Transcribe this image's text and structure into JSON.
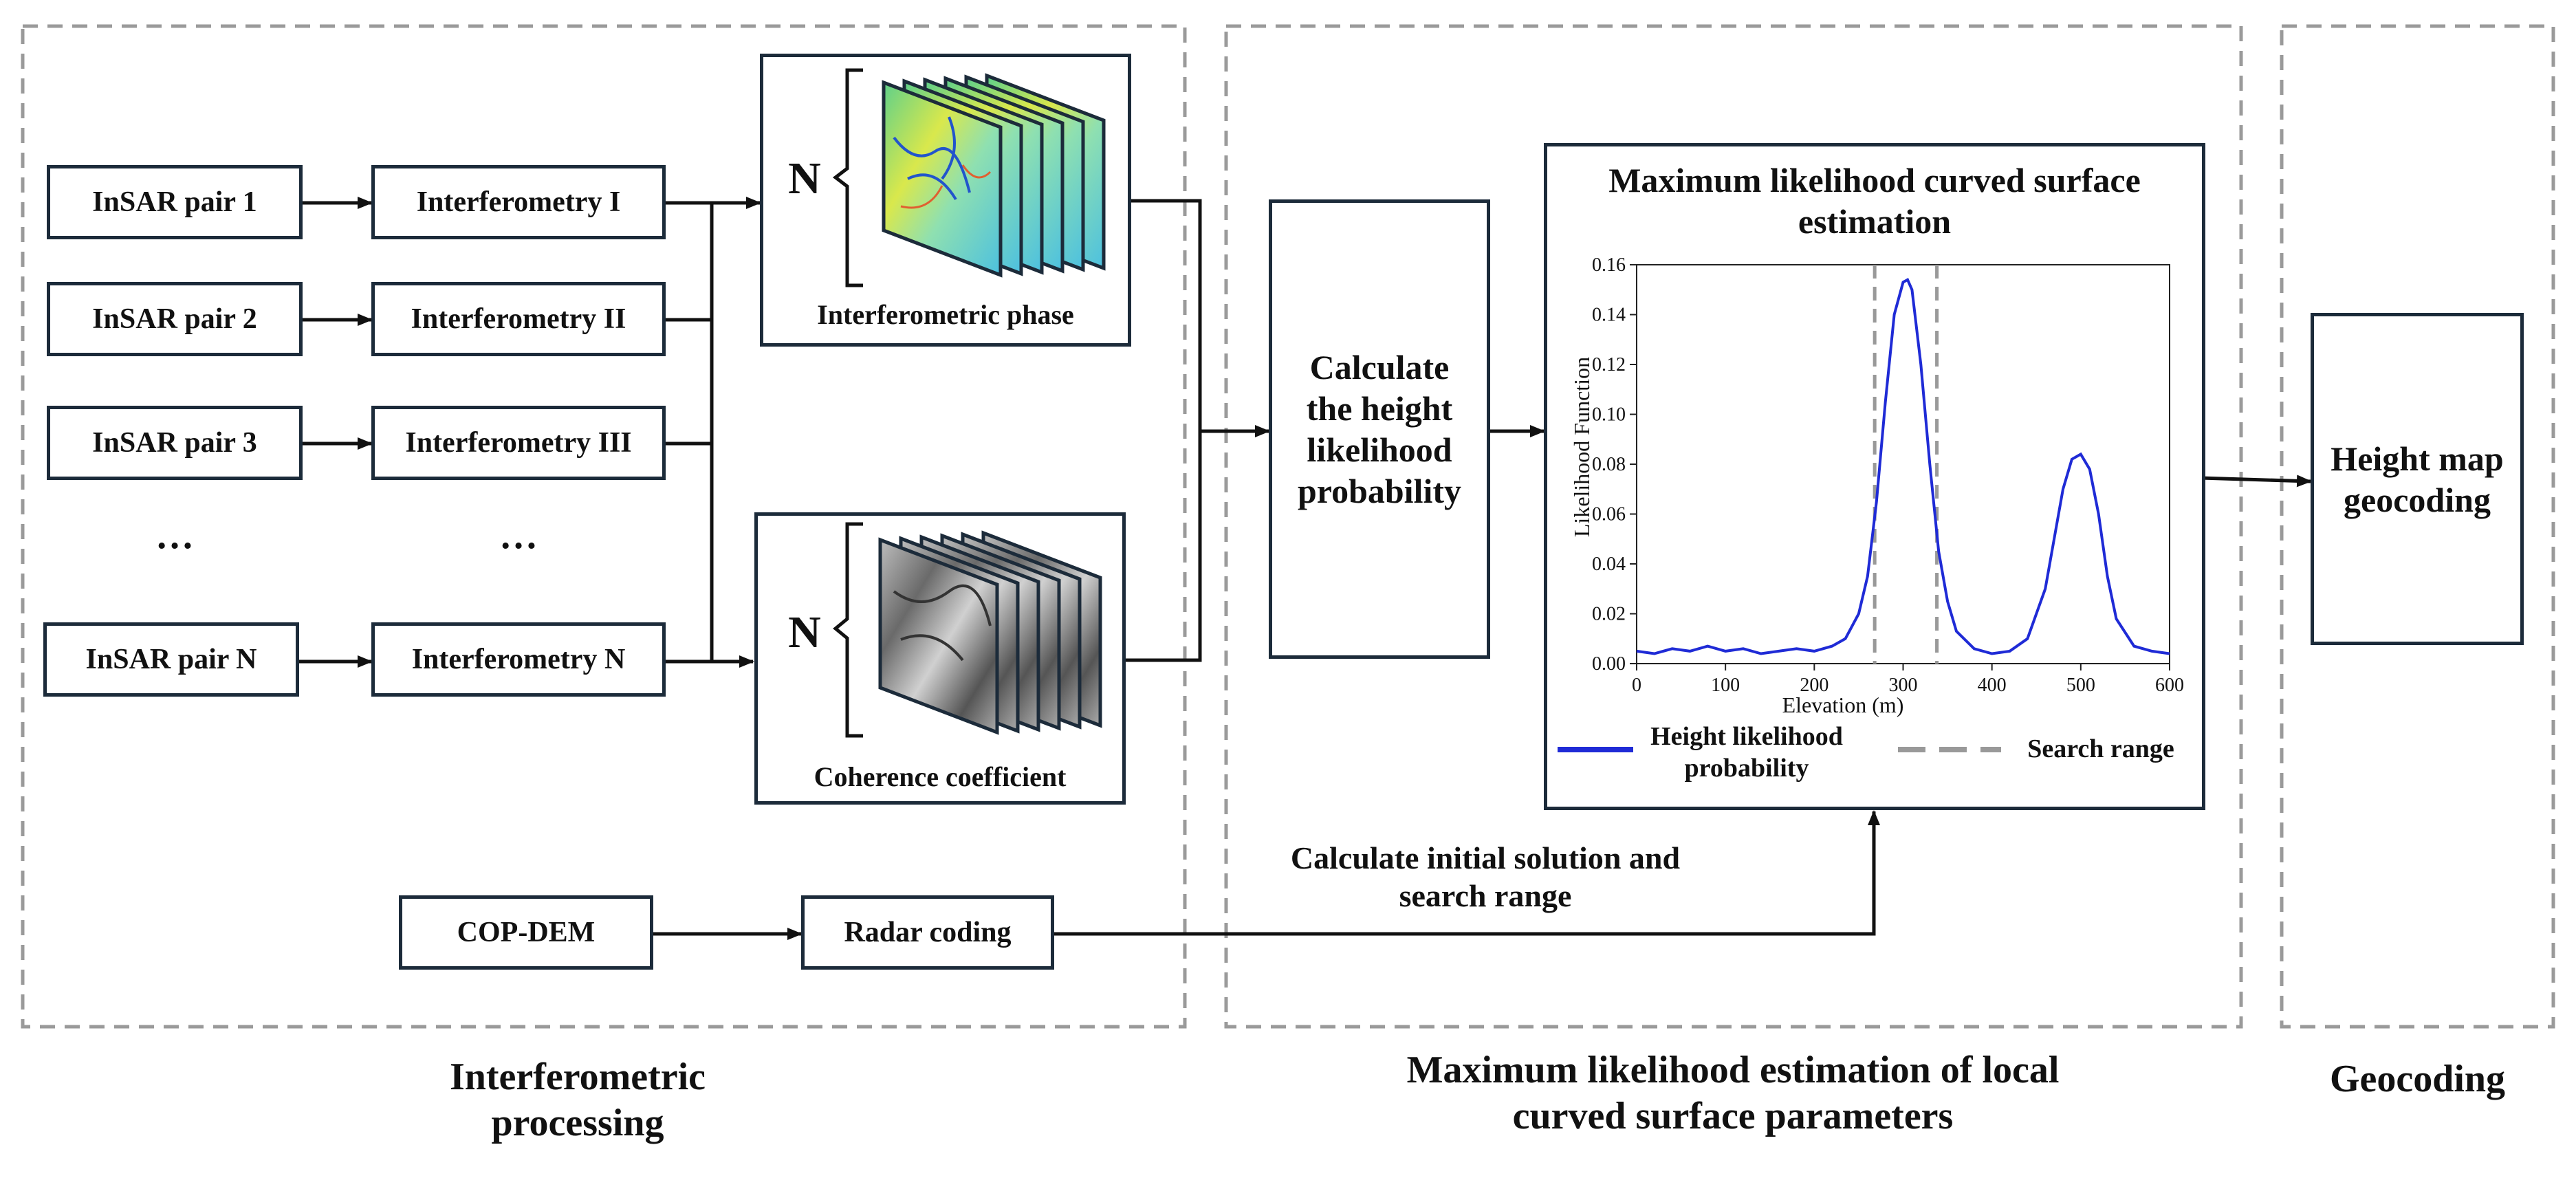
{
  "sections": {
    "interferometric": "Interferometric processing",
    "mle": "Maximum likelihood estimation of local curved surface parameters",
    "geocoding": "Geocoding"
  },
  "pairs": [
    "InSAR pair 1",
    "InSAR pair 2",
    "InSAR pair 3",
    "InSAR pair N"
  ],
  "interferometry": [
    "Interferometry I",
    "Interferometry II",
    "Interferometry III",
    "Interferometry N"
  ],
  "ellipsis": "…",
  "stacks": {
    "n_label": "N",
    "phase_label": "Interferometric phase",
    "coherence_label": "Coherence coefficient"
  },
  "calc_height": "Calculate the height likelihood probability",
  "mle_box_title": "Maximum likelihood curved surface estimation",
  "geocoding_box": "Height map geocoding",
  "cop_dem": "COP-DEM",
  "radar_coding": "Radar coding",
  "initial_solution": "Calculate initial solution and search range",
  "colors": {
    "frame": "#1c2b3a",
    "dashed": "#9a9a9a",
    "curve": "#1f2bd6",
    "search": "#999999"
  },
  "chart_data": {
    "type": "line",
    "xlabel": "Elevation (m)",
    "ylabel": "Likelihood Function",
    "xlim": [
      0,
      600
    ],
    "ylim": [
      0,
      0.16
    ],
    "xticks": [
      0,
      100,
      200,
      300,
      400,
      500,
      600
    ],
    "yticks": [
      0.0,
      0.02,
      0.04,
      0.06,
      0.08,
      0.1,
      0.12,
      0.14,
      0.16
    ],
    "series": [
      {
        "name": "Height likelihood probability",
        "x": [
          0,
          20,
          40,
          60,
          80,
          100,
          120,
          140,
          160,
          180,
          200,
          220,
          235,
          250,
          260,
          270,
          280,
          290,
          300,
          305,
          310,
          320,
          330,
          340,
          350,
          360,
          380,
          400,
          420,
          440,
          460,
          470,
          480,
          490,
          500,
          510,
          520,
          530,
          540,
          560,
          580,
          600
        ],
        "y": [
          0.005,
          0.004,
          0.006,
          0.005,
          0.007,
          0.005,
          0.006,
          0.004,
          0.005,
          0.006,
          0.005,
          0.007,
          0.01,
          0.02,
          0.035,
          0.065,
          0.105,
          0.14,
          0.153,
          0.154,
          0.15,
          0.12,
          0.08,
          0.045,
          0.025,
          0.013,
          0.006,
          0.004,
          0.005,
          0.01,
          0.03,
          0.05,
          0.07,
          0.082,
          0.084,
          0.078,
          0.06,
          0.035,
          0.018,
          0.007,
          0.005,
          0.004
        ]
      },
      {
        "name": "Search range",
        "x": [
          268,
          338
        ]
      }
    ],
    "legend": [
      "Height likelihood probability",
      "Search range"
    ]
  }
}
